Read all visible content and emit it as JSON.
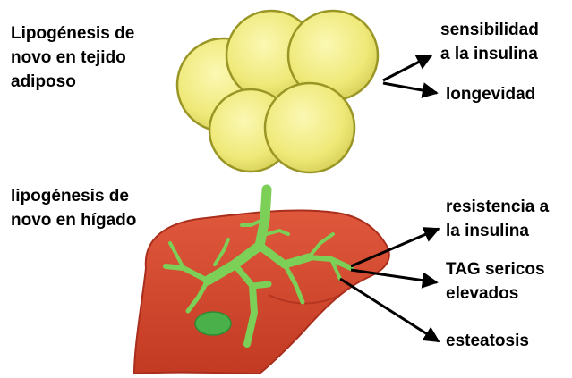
{
  "labels": {
    "adipose_heading": [
      "Lipogénesis de",
      "novo en tejido",
      "adiposo"
    ],
    "liver_heading": [
      "lipogénesis de",
      "novo en hígado"
    ],
    "insulin_sensitivity": [
      "sensibilidad",
      "a la insulina"
    ],
    "longevity": "longevidad",
    "insulin_resistance": [
      "resistencia a",
      "la insulina"
    ],
    "tag_elevated": [
      "TAG sericos",
      "elevados"
    ],
    "steatosis": "esteatosis"
  },
  "colors": {
    "fat_cell_fill": "#f0ec80",
    "fat_cell_stroke": "#9a9626",
    "liver_fill": "#d4442a",
    "liver_shadow": "#a92e1c",
    "vessel_green": "#7ccf57",
    "gallbladder": "#49b04a",
    "text": "#000000"
  },
  "icons": {
    "adipose": "fat-cell-cluster",
    "liver": "liver-organ"
  }
}
